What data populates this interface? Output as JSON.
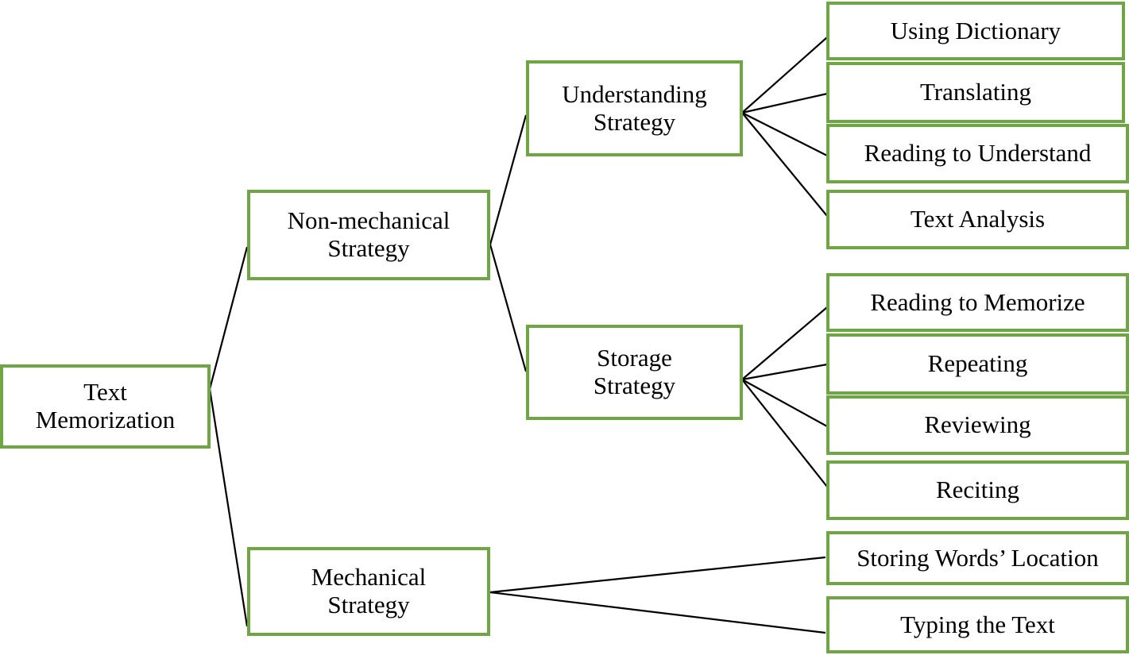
{
  "diagram": {
    "title": "Text Memorization strategy tree",
    "accent_color": "#6EA644",
    "line_color": "#000000",
    "background_color": "#FFFFFF",
    "root": {
      "id": "text-memorization",
      "label_line1": "Text",
      "label_line2": "Memorization"
    },
    "level2": [
      {
        "id": "non-mechanical-strategy",
        "label_line1": "Non-mechanical",
        "label_line2": "Strategy"
      },
      {
        "id": "mechanical-strategy",
        "label_line1": "Mechanical",
        "label_line2": "Strategy"
      }
    ],
    "level3": [
      {
        "id": "understanding-strategy",
        "label_line1": "Understanding",
        "label_line2": "Strategy"
      },
      {
        "id": "storage-strategy",
        "label_line1": "Storage",
        "label_line2": "Strategy"
      }
    ],
    "leaves": {
      "understanding": [
        {
          "id": "using-dictionary",
          "label": "Using Dictionary"
        },
        {
          "id": "translating",
          "label": "Translating"
        },
        {
          "id": "reading-to-understand",
          "label": "Reading to Understand"
        },
        {
          "id": "text-analysis",
          "label": "Text Analysis"
        }
      ],
      "storage": [
        {
          "id": "reading-to-memorize",
          "label": "Reading to Memorize"
        },
        {
          "id": "repeating",
          "label": "Repeating"
        },
        {
          "id": "reviewing",
          "label": "Reviewing"
        },
        {
          "id": "reciting",
          "label": "Reciting"
        }
      ],
      "mechanical": [
        {
          "id": "storing-words-location",
          "label": "Storing Words’ Location"
        },
        {
          "id": "typing-the-text",
          "label": "Typing the Text"
        }
      ]
    }
  }
}
